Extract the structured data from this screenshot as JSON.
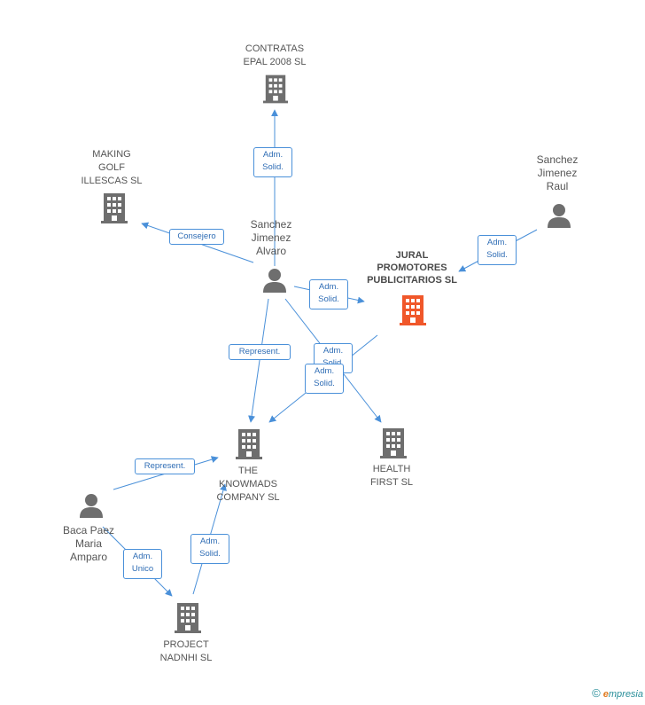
{
  "colors": {
    "building": "#6e6e6e",
    "building_main": "#f0572a",
    "person": "#6e6e6e",
    "edge": "#4a90d9",
    "edge_text": "#2f6db5"
  },
  "companies": {
    "contratas": [
      "CONTRATAS",
      "EPAL 2008 SL"
    ],
    "making_golf": [
      "MAKING",
      "GOLF",
      "ILLESCAS SL"
    ],
    "jural": [
      "JURAL",
      "PROMOTORES",
      "PUBLICITARIOS SL"
    ],
    "knowmads": [
      "THE",
      "KNOWMADS",
      "COMPANY  SL"
    ],
    "health": [
      "HEALTH",
      "FIRST  SL"
    ],
    "project": [
      "PROJECT",
      "NADNHI  SL"
    ]
  },
  "people": {
    "alvaro": [
      "Sanchez",
      "Jimenez",
      "Alvaro"
    ],
    "raul": [
      "Sanchez",
      "Jimenez",
      "Raul"
    ],
    "baca": [
      "Baca Paez",
      "Maria",
      "Amparo"
    ]
  },
  "edges": {
    "alvaro_contratas": [
      "Adm.",
      "Solid."
    ],
    "alvaro_making": [
      "Consejero"
    ],
    "alvaro_jural": [
      "Adm.",
      "Solid."
    ],
    "raul_jural": [
      "Adm.",
      "Solid."
    ],
    "alvaro_knowmads": [
      "Represent."
    ],
    "alvaro_health": [
      "Adm.",
      "Solid."
    ],
    "jural_knowmads": [
      "Adm.",
      "Solid."
    ],
    "baca_knowmads": [
      "Represent."
    ],
    "baca_project": [
      "Adm.",
      "Unico"
    ],
    "project_knowmads": [
      "Adm.",
      "Solid."
    ]
  },
  "brand": {
    "copyright": "©",
    "e": "e",
    "rest": "mpresia"
  }
}
